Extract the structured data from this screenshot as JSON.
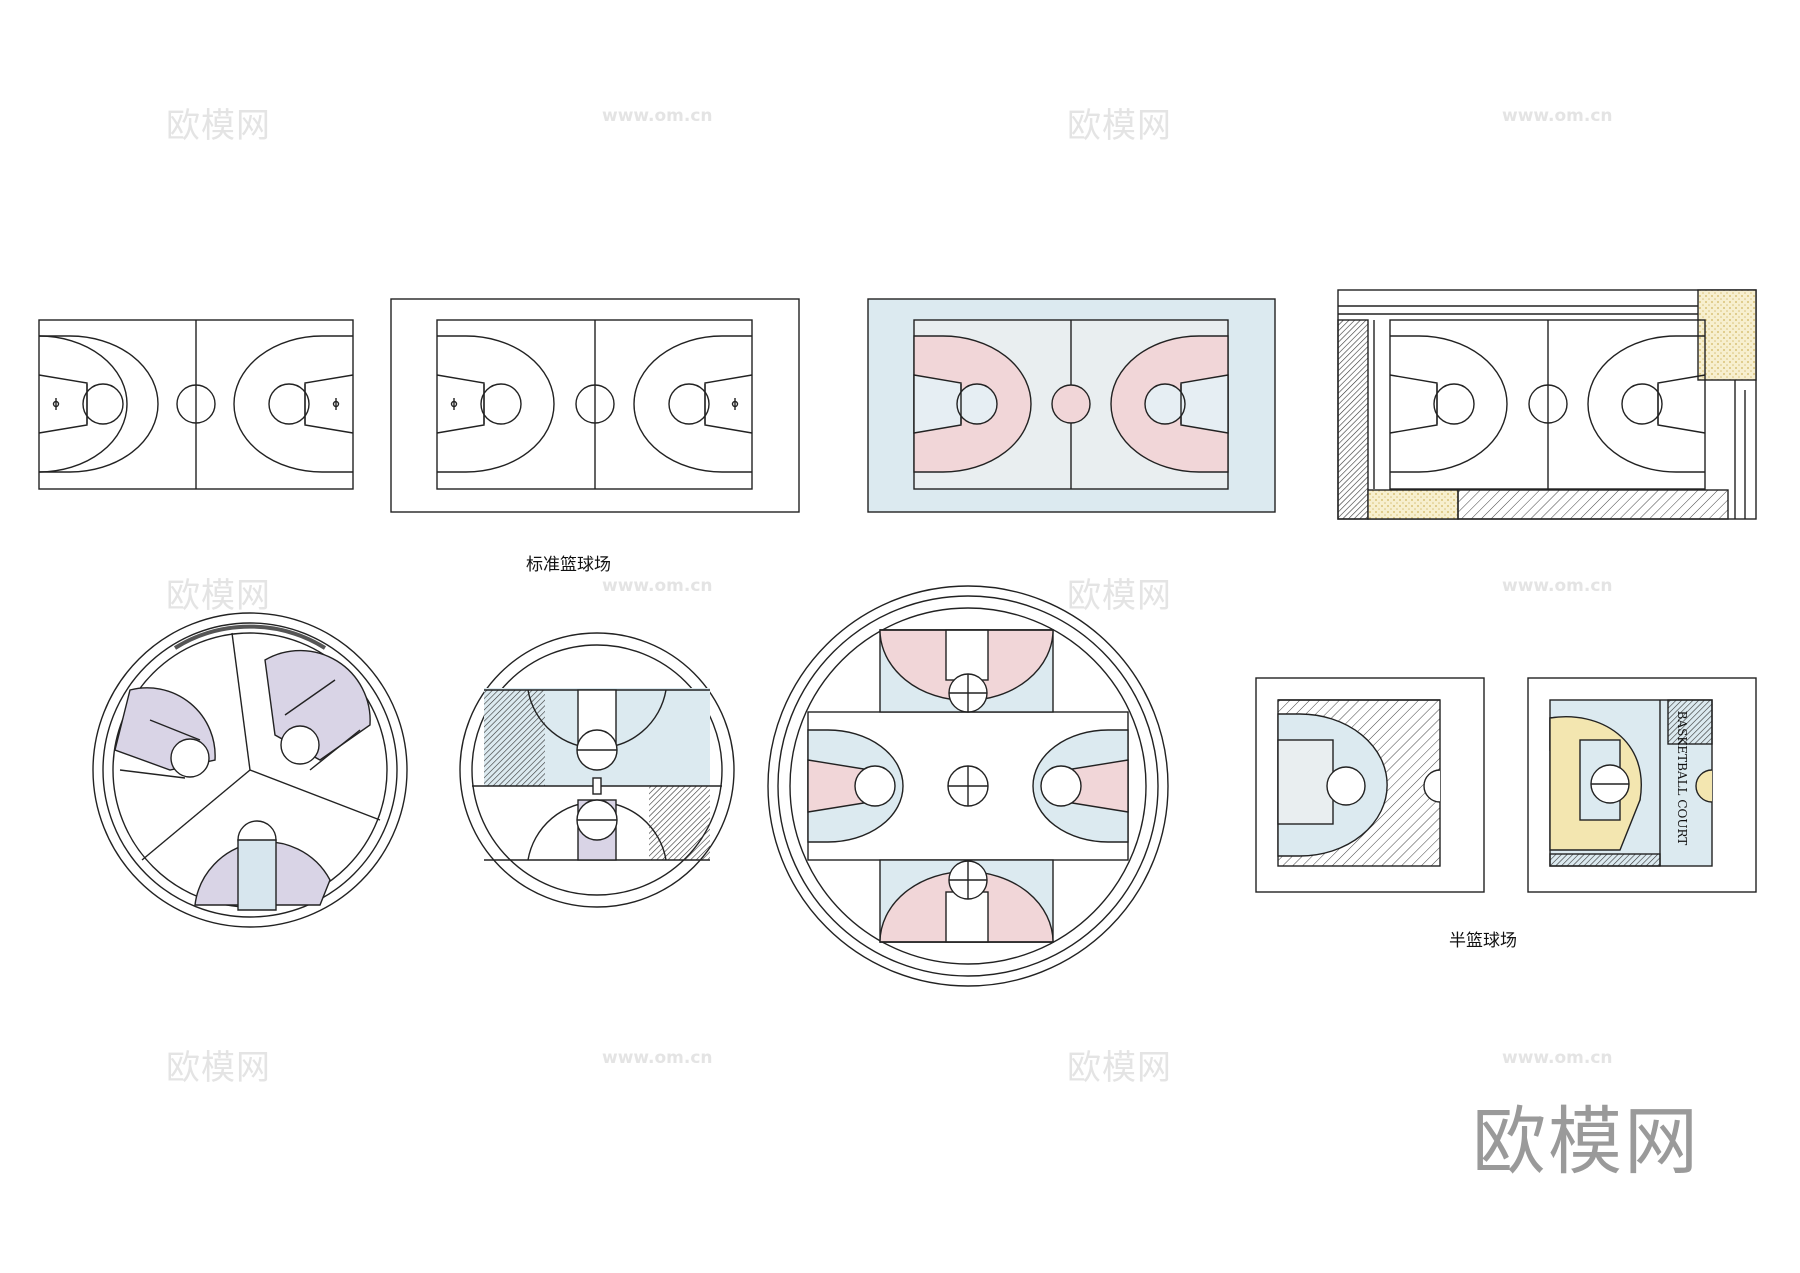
{
  "captions": {
    "standard_court": "标准篮球场",
    "half_court": "半篮球场"
  },
  "court_text": {
    "basketball_court": "BASKETBALL COURT"
  },
  "watermark": {
    "brand": "欧模网",
    "url": "www.om.cn"
  },
  "logo": {
    "text": "欧模网"
  },
  "colors": {
    "line": "#222222",
    "pale_blue": "#dceaf0",
    "pale_pink": "#f1d6d8",
    "pale_purple": "#d9d4e6",
    "pale_yellow": "#f3e6b0",
    "hatch": "#444444"
  }
}
